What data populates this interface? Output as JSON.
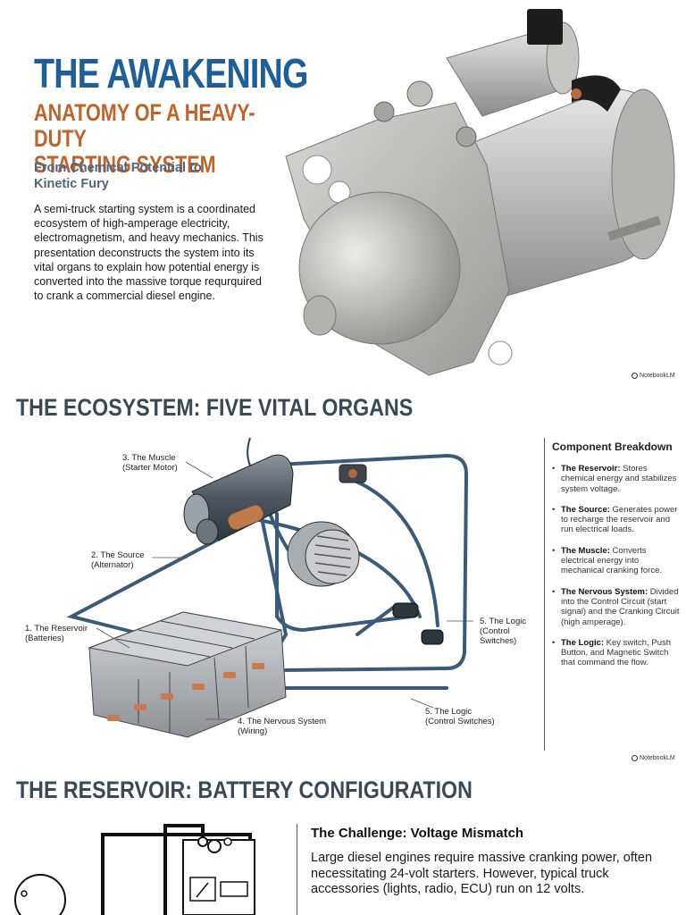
{
  "hero": {
    "title": "THE AWAKENING",
    "subtitle": "ANATOMY OF A HEAVY-DUTY\nSTARTING SYSTEM",
    "tagline": "From Chemical Potential to Kinetic Fury",
    "intro": "A semi-truck starting system is a coordinated ecosystem of high-amperage electricity, electromagnetism, and heavy mechanics. This presentation deconstructs the system into its vital organs to explain how potential energy is converted into the massive torque requrquired to crank a commercial diesel engine.",
    "badge": "NotebookLM"
  },
  "ecosystem": {
    "title": "THE ECOSYSTEM: FIVE VITAL ORGANS",
    "callouts": {
      "muscle": "3. The Muscle\n(Starter Motor)",
      "source": "2. The Source\n(Alternator)",
      "reservoir": "1. The Reservoir\n(Batteries)",
      "logic_right": "5. The Logic\n(Control\nSwitches)",
      "logic_bottom": "5. The Logic\n(Control Switches)",
      "nervous": "4. The Nervous System\n(Wiring)"
    },
    "breakdown": {
      "heading": "Component Breakdown",
      "items": [
        {
          "term": "The Reservoir:",
          "text": " Stores chemical energy and stabilizes system voltage."
        },
        {
          "term": "The Source:",
          "text": " Generates power to recharge the reservoir and run electrical loads."
        },
        {
          "term": "The Muscle:",
          "text": " Converts electrical energy into mechanical cranking force."
        },
        {
          "term": "The Nervous System:",
          "text": " Divided into the Control Circuit (start signal) and the Cranking Circuit (high amperage)."
        },
        {
          "term": "The Logic:",
          "text": " Key switch, Push Button, and Magnetic Switch that command the flow."
        }
      ]
    },
    "badge": "NotebookLM"
  },
  "reservoir": {
    "title": "THE RESERVOIR: BATTERY CONFIGURATION",
    "challenge_heading": "The Challenge: Voltage Mismatch",
    "challenge_text": "Large diesel engines require massive cranking power, often necessitating 24-volt starters. However, typical truck accessories (lights, radio, ECU) run on 12 volts."
  },
  "colors": {
    "title_blue": "#1f5f99",
    "subtitle_orange": "#c0622a",
    "heading_slate": "#3b4856",
    "wire_blue": "#3a5a7c"
  }
}
